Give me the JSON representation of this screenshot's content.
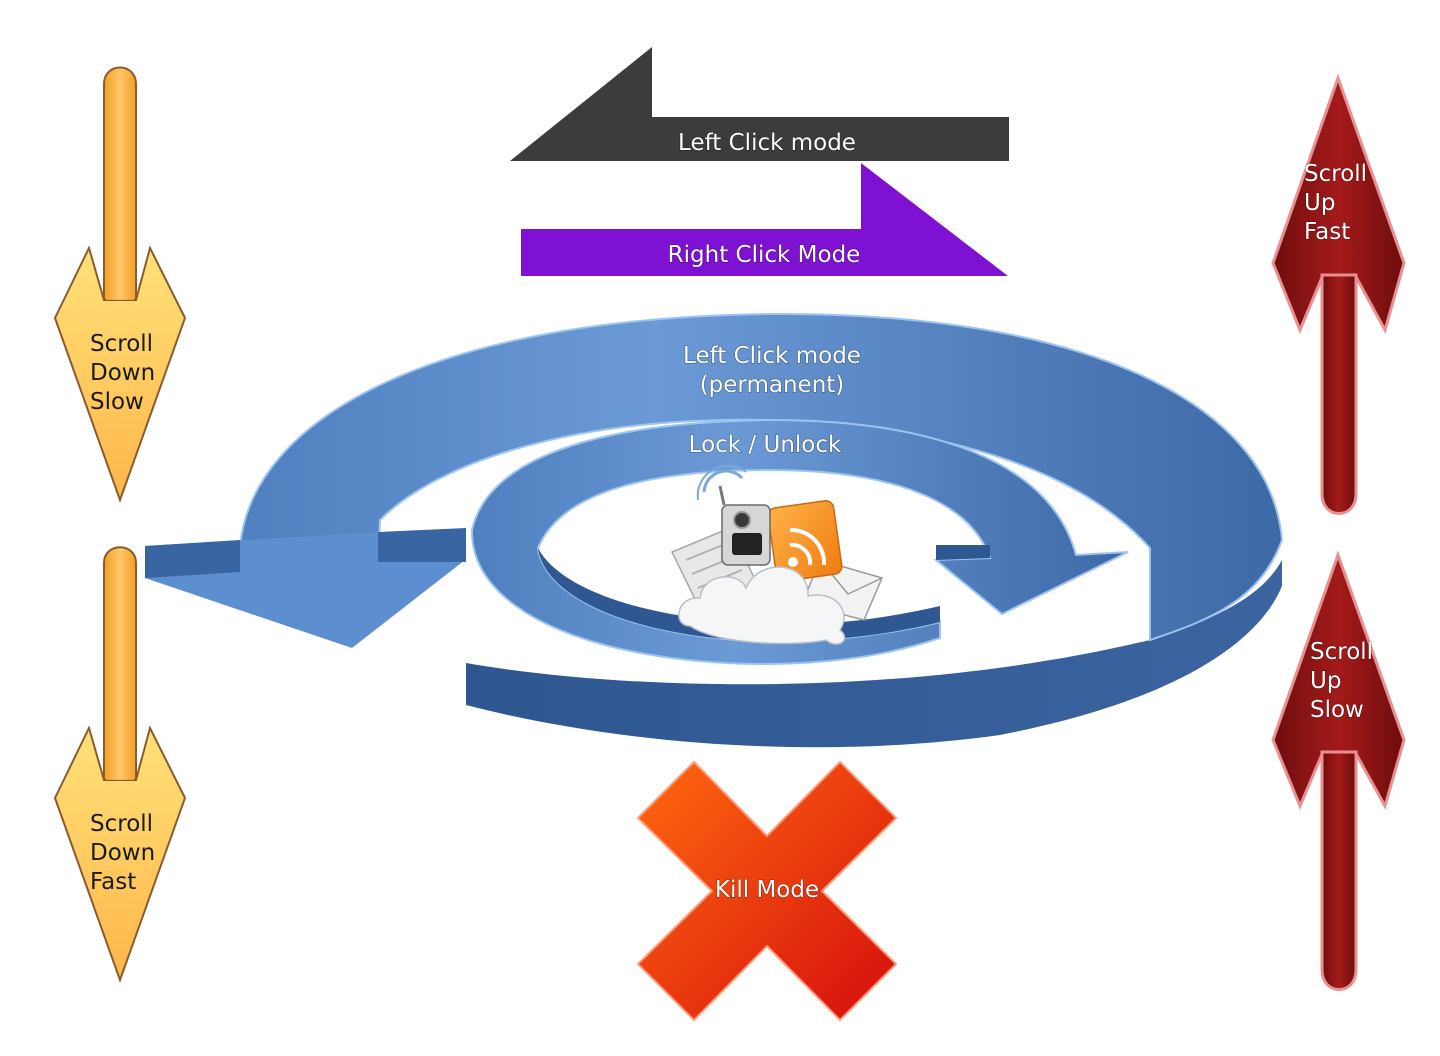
{
  "modes": {
    "left_click": "Left Click mode",
    "right_click": "Right Click Mode",
    "left_click_permanent_line1": "Left Click mode",
    "left_click_permanent_line2": "(permanent)",
    "lock_unlock": "Lock / Unlock",
    "kill": "Kill Mode"
  },
  "scroll_down_slow": [
    "Scroll",
    "Down",
    "Slow"
  ],
  "scroll_down_fast": [
    "Scroll",
    "Down",
    "Fast"
  ],
  "scroll_up_fast": [
    "Scroll",
    "Up",
    "Fast"
  ],
  "scroll_up_slow": [
    "Scroll",
    "Up",
    "Slow"
  ],
  "colors": {
    "left_click_arrow": "#3c3c3c",
    "right_click_arrow": "#7f12d2",
    "circular_arrows": "#5a8ccb",
    "scroll_down_arrows": "#f5aa3a",
    "scroll_up_arrows": "#8c1414",
    "kill_cross": "#e43010"
  },
  "icons": {
    "center": "cloud-network-icon"
  }
}
